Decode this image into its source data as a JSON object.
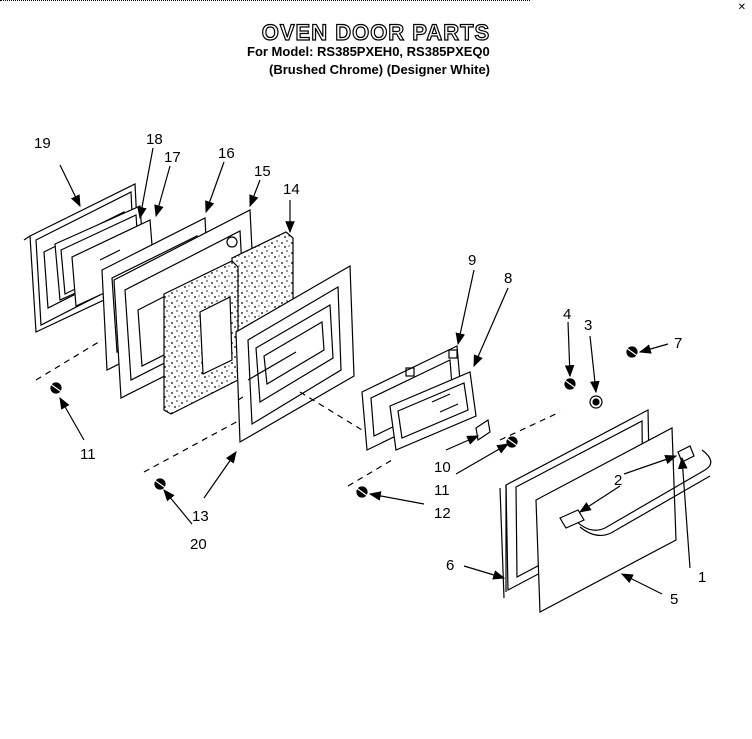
{
  "header": {
    "title": "OVEN DOOR PARTS",
    "model_line": "For Model: RS385PXEH0, RS385PXEQ0",
    "finish_line": "(Brushed Chrome) (Designer White)",
    "corner_mark": "✕"
  },
  "callouts": {
    "c1": "1",
    "c2": "2",
    "c3": "3",
    "c4": "4",
    "c5": "5",
    "c6": "6",
    "c7": "7",
    "c8": "8",
    "c9": "9",
    "c10": "10",
    "c11a": "11",
    "c11b": "11",
    "c12": "12",
    "c13": "13",
    "c14": "14",
    "c15": "15",
    "c16": "16",
    "c17": "17",
    "c18": "18",
    "c19": "19",
    "c20": "20"
  }
}
